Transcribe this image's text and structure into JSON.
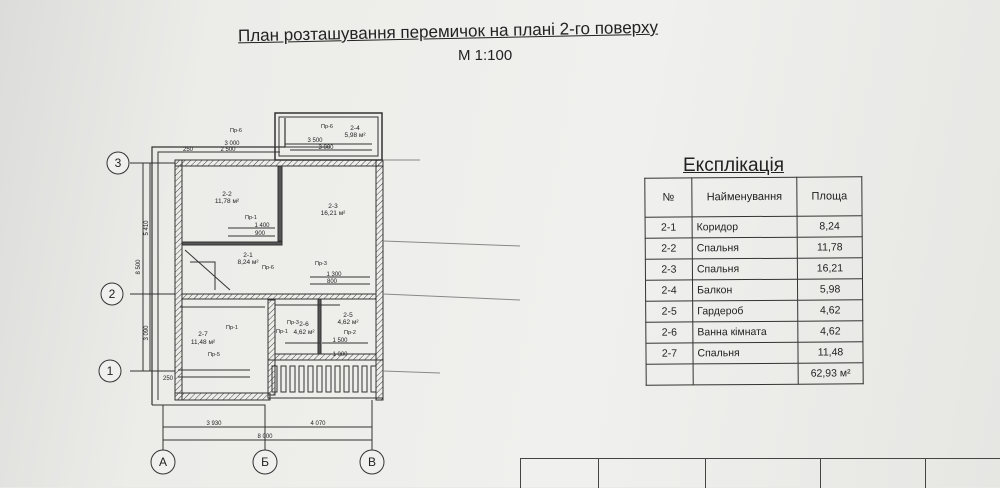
{
  "title": "План розташування перемичок на плані 2-го поверху",
  "scale": "М 1:100",
  "plan": {
    "axes_rows": [
      "3",
      "2",
      "1"
    ],
    "axes_cols": [
      "А",
      "Б",
      "В"
    ],
    "rooms": [
      {
        "id": "2-1",
        "area": "8,24 м²"
      },
      {
        "id": "2-2",
        "area": "11,78 м²"
      },
      {
        "id": "2-3",
        "area": "16,21 м²"
      },
      {
        "id": "2-4",
        "area": "5,98 м²"
      },
      {
        "id": "2-5",
        "area": "4,62 м²"
      },
      {
        "id": "2-6",
        "area": "4,62 м²"
      },
      {
        "id": "2-7",
        "area": "11,48 м²"
      }
    ],
    "lintels": [
      "Пр-6",
      "Пр-6",
      "Пр-1",
      "Пр-6",
      "Пр-3",
      "Пр-1",
      "Пр-3",
      "Пр-1",
      "Пр-2",
      "Пр-5"
    ],
    "dims": {
      "left_total": "8 500",
      "left_top": "5 410",
      "left_bottom": "3 090",
      "bottom_left": "3 930",
      "bottom_right": "4 070",
      "bottom_total": "8 000",
      "top_a": "3 000",
      "top_b": "2 500",
      "top_c": "250",
      "top_d": "3 500",
      "top_e": "3 000",
      "d1400": "1 400",
      "d900": "900",
      "d1300": "1 300",
      "d800": "800",
      "d1500": "1 500",
      "d1000": "1 000",
      "d250": "250"
    }
  },
  "explication": {
    "title": "Експлікація",
    "headers": [
      "№",
      "Найменування",
      "Площа"
    ],
    "rows": [
      [
        "2-1",
        "Коридор",
        "8,24"
      ],
      [
        "2-2",
        "Спальня",
        "11,78"
      ],
      [
        "2-3",
        "Спальня",
        "16,21"
      ],
      [
        "2-4",
        "Балкон",
        "5,98"
      ],
      [
        "2-5",
        "Гардероб",
        "4,62"
      ],
      [
        "2-6",
        "Ванна кімната",
        "4,62"
      ],
      [
        "2-7",
        "Спальня",
        "11,48"
      ]
    ],
    "total": "62,93 м²"
  }
}
